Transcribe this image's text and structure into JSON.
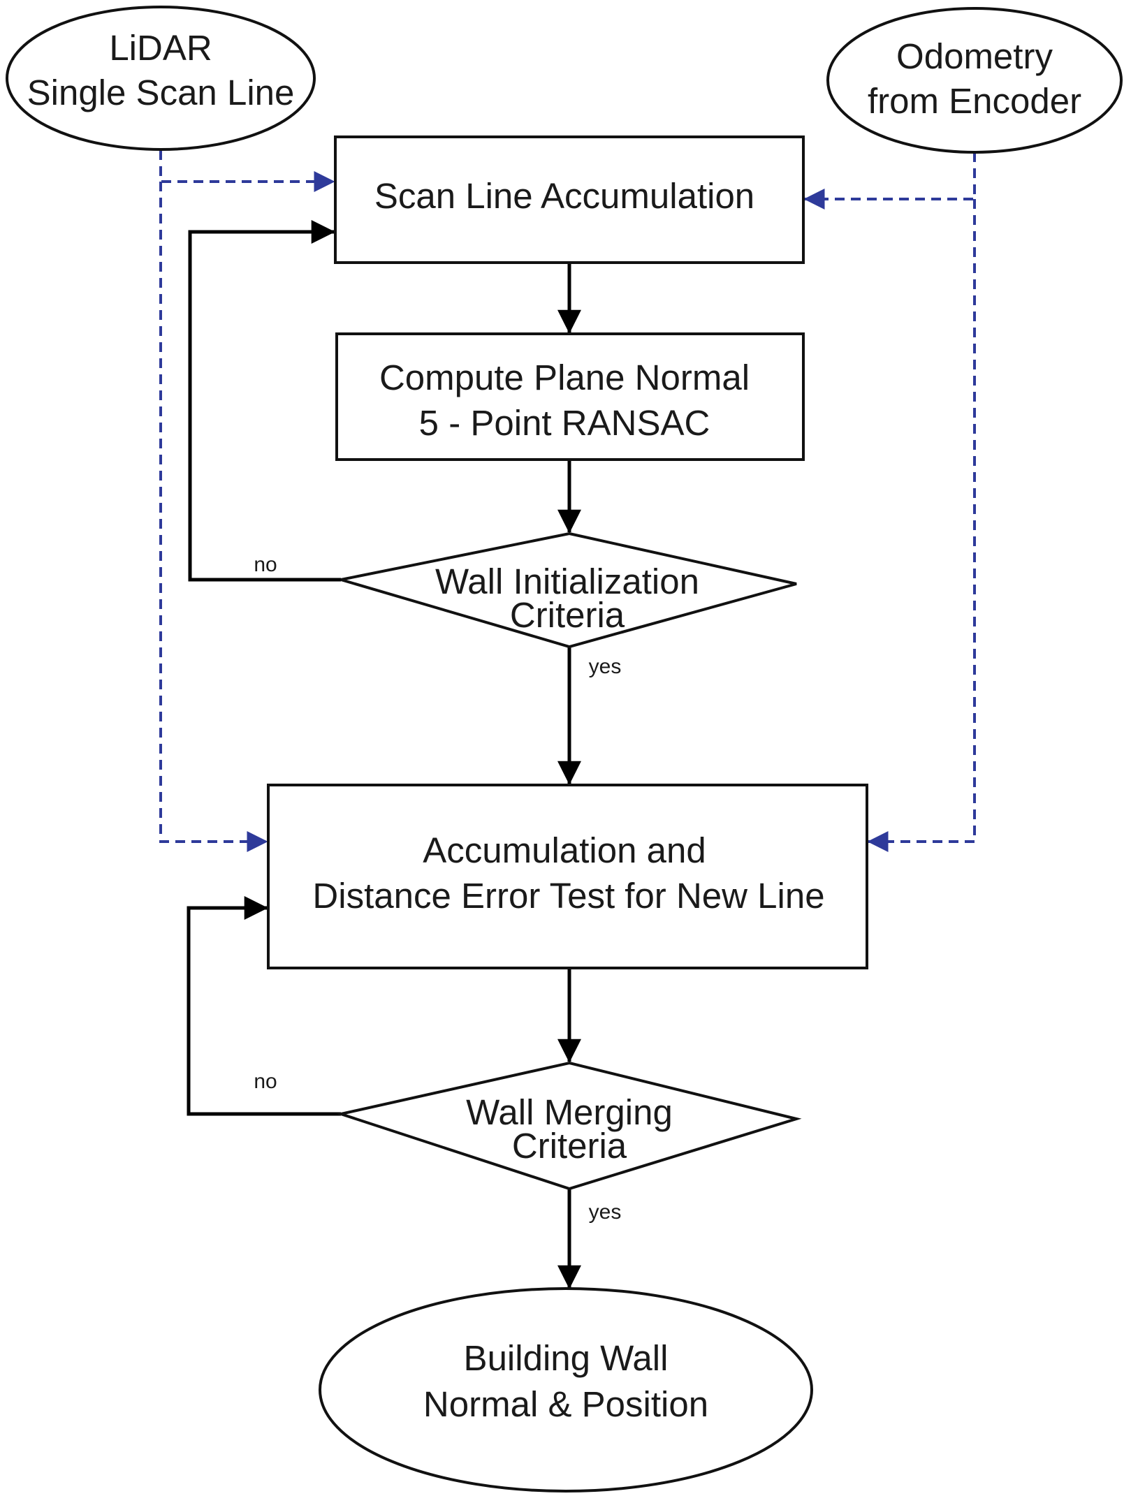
{
  "colors": {
    "solid_line": "#000000",
    "dashed_line": "#2e3a9a",
    "shape_stroke": "#111111"
  },
  "nodes": {
    "lidar": {
      "line1": "LiDAR",
      "line2": "Single Scan Line"
    },
    "odometry": {
      "line1": "Odometry",
      "line2": "from Encoder"
    },
    "scan_accumulation": {
      "line1": "Scan Line Accumulation"
    },
    "compute_plane": {
      "line1": "Compute Plane Normal",
      "line2": "5 - Point RANSAC"
    },
    "wall_init": {
      "line1": "Wall Initialization",
      "line2": "Criteria"
    },
    "accumulation_test": {
      "line1": "Accumulation and",
      "line2": "Distance Error Test for New Line"
    },
    "wall_merging": {
      "line1": "Wall Merging",
      "line2": "Criteria"
    },
    "building_wall": {
      "line1": "Building Wall",
      "line2": "Normal & Position"
    }
  },
  "edge_labels": {
    "init_no": "no",
    "init_yes": "yes",
    "merge_no": "no",
    "merge_yes": "yes"
  }
}
